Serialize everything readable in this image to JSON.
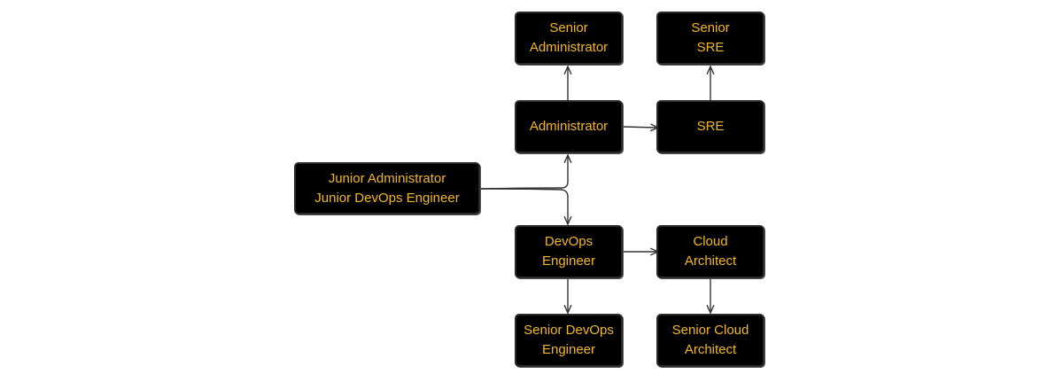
{
  "colors": {
    "node_fill": "#000000",
    "node_text": "#f2b824",
    "edge": "#333333",
    "background": "#ffffff"
  },
  "nodes": {
    "junior": {
      "lines": [
        "Junior Administrator",
        "Junior DevOps Engineer"
      ]
    },
    "administrator": {
      "lines": [
        "Administrator"
      ]
    },
    "senior_administrator": {
      "lines": [
        "Senior",
        "Administrator"
      ]
    },
    "sre": {
      "lines": [
        "SRE"
      ]
    },
    "senior_sre": {
      "lines": [
        "Senior",
        "SRE"
      ]
    },
    "devops_engineer": {
      "lines": [
        "DevOps",
        "Engineer"
      ]
    },
    "senior_devops_engineer": {
      "lines": [
        "Senior DevOps",
        "Engineer"
      ]
    },
    "cloud_architect": {
      "lines": [
        "Cloud",
        "Architect"
      ]
    },
    "senior_cloud_architect": {
      "lines": [
        "Senior Cloud",
        "Architect"
      ]
    }
  },
  "edges": [
    {
      "from": "junior",
      "to": "administrator"
    },
    {
      "from": "junior",
      "to": "devops_engineer"
    },
    {
      "from": "administrator",
      "to": "senior_administrator"
    },
    {
      "from": "administrator",
      "to": "sre"
    },
    {
      "from": "sre",
      "to": "senior_sre"
    },
    {
      "from": "devops_engineer",
      "to": "cloud_architect"
    },
    {
      "from": "devops_engineer",
      "to": "senior_devops_engineer"
    },
    {
      "from": "cloud_architect",
      "to": "senior_cloud_architect"
    }
  ]
}
